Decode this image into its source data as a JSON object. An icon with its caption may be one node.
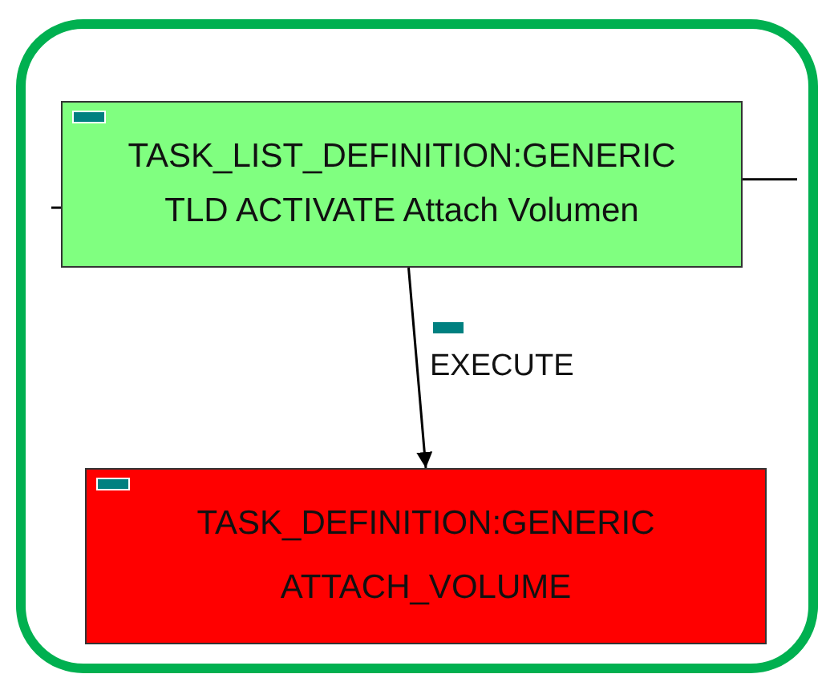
{
  "diagram": {
    "nodes": [
      {
        "text": [],
        "shape": "box"
      },
      {
        "text": [
          "TASK_LIST_DEFINITION:GENERIC",
          "TLD ACTIVATE Attach Volumen"
        ],
        "in": 0
      },
      {
        "text": [
          "TASK_DEFINITION:GENERIC",
          "ATTACH_VOLUME"
        ],
        "in": 0
      }
    ],
    "edges": [
      {
        "from": 1,
        "to": 2,
        "arrow": "to",
        "label": "EXECUTE"
      },
      {
        "from": null,
        "to": 1,
        "arrow": "none"
      },
      {
        "from": 1,
        "to": null,
        "arrow": "none"
      }
    ]
  }
}
